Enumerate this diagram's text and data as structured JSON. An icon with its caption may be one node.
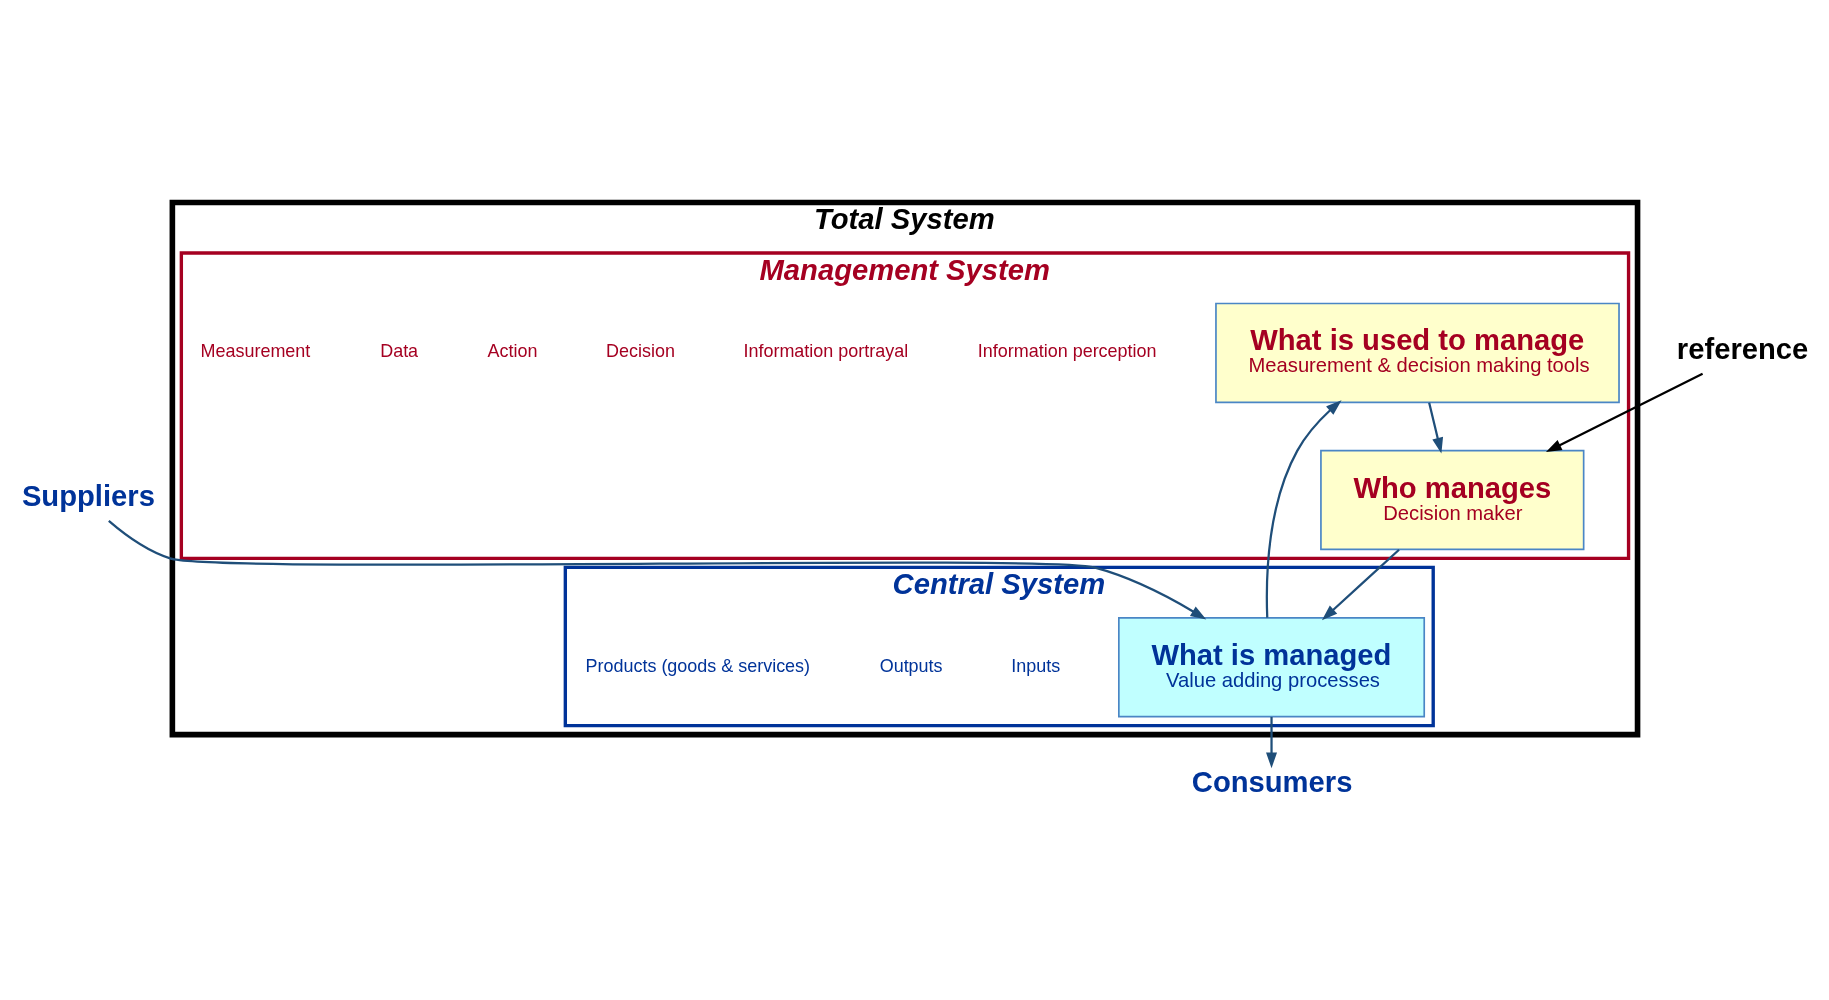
{
  "diagram": {
    "nodes": [
      {
        "text": [
          "Total System"
        ]
      },
      {
        "text": [
          "Management System"
        ],
        "in": 0
      },
      {
        "text": [
          "Who manages",
          "Decision maker"
        ],
        "in": 1
      },
      {
        "text": [
          "What is used to manage",
          "Measurement & decision making tools"
        ],
        "in": 1
      },
      {
        "text": [
          "Central System"
        ],
        "in": 0
      },
      {
        "text": [
          "What is managed",
          "Value adding processes"
        ],
        "in": 4
      },
      {
        "text": [
          "Suppliers"
        ]
      },
      {
        "text": [
          "Consumers"
        ]
      },
      {
        "text": [
          "reference"
        ]
      }
    ],
    "edges": [
      {
        "from": 8,
        "to": 2,
        "arrow": "to",
        "color": "#000000"
      },
      {
        "from": 3,
        "to": 2,
        "arrow": "to"
      },
      {
        "from": 2,
        "to": 5,
        "arrow": "to"
      },
      {
        "from": 5,
        "to": 3,
        "arrow": "to"
      },
      {
        "from": 6,
        "to": 5,
        "arrow": "to"
      },
      {
        "from": 5,
        "to": 7,
        "arrow": "to"
      }
    ],
    "labels": [
      "Information perception",
      "Information portrayal",
      "Decision",
      "Action",
      "Data",
      "Measurement",
      "Inputs",
      "Outputs",
      "Products (goods & services)"
    ]
  }
}
